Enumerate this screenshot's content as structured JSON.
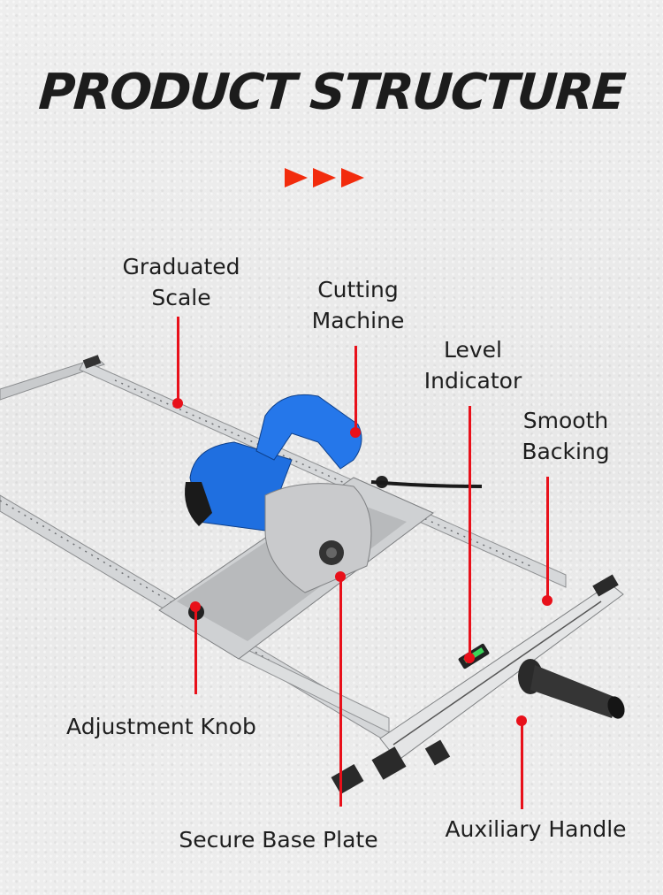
{
  "header": {
    "title": "PRODUCT STRUCTURE",
    "decoration": "three-red-arrows",
    "arrow_color": "#f22b0c"
  },
  "product": {
    "description": "Blue electric cutting machine (circular saw) mounted on a stainless steel rail guide frame",
    "accent_color": "#1f6fe0",
    "callout_color": "#e8101a"
  },
  "callouts": [
    {
      "id": "graduated-scale",
      "line1": "Graduated",
      "line2": "Scale"
    },
    {
      "id": "cutting-machine",
      "line1": "Cutting",
      "line2": "Machine"
    },
    {
      "id": "level-indicator",
      "line1": "Level",
      "line2": "Indicator"
    },
    {
      "id": "smooth-backing",
      "line1": "Smooth",
      "line2": "Backing"
    },
    {
      "id": "adjustment-knob",
      "line1": "Adjustment Knob"
    },
    {
      "id": "secure-base-plate",
      "line1": "Secure Base Plate"
    },
    {
      "id": "auxiliary-handle",
      "line1": "Auxiliary Handle"
    }
  ]
}
